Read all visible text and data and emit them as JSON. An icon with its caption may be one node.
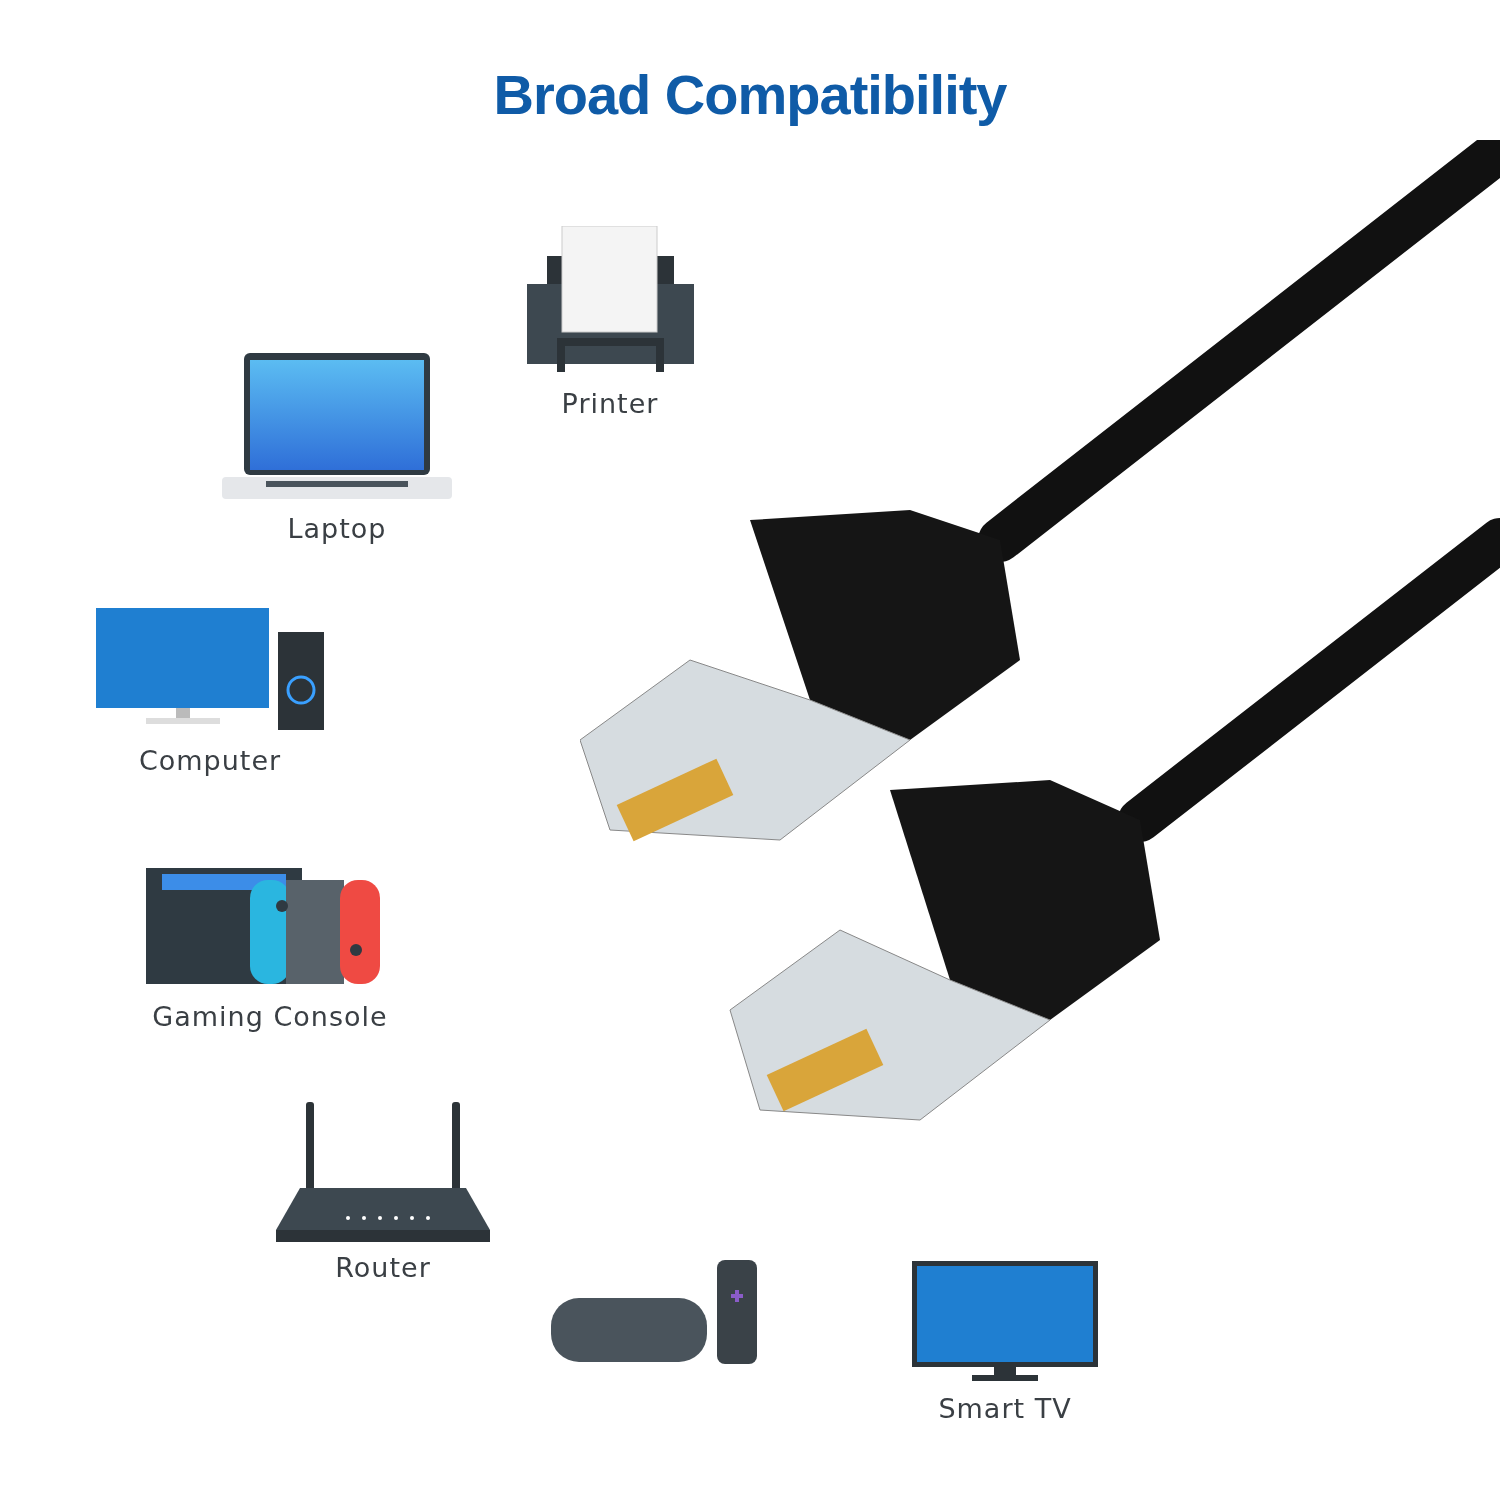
{
  "diagram": {
    "title": "Broad Compatibility",
    "labels": [
      "Printer",
      "Laptop",
      "Computer",
      "Gaming Console",
      "Router",
      "Smart TV"
    ]
  }
}
